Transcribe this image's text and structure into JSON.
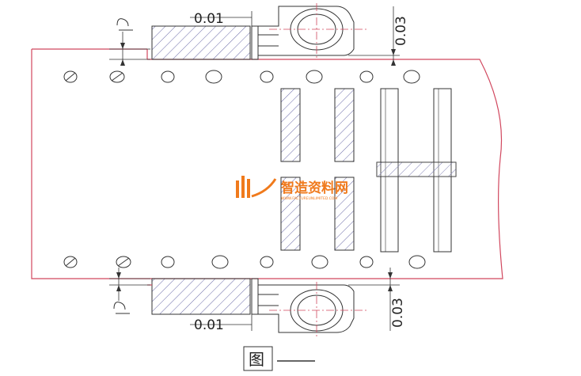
{
  "drawing": {
    "dims": {
      "top_left_gap": "0.01",
      "top_right_gap": "0.03",
      "bottom_left_gap": "0.01",
      "bottom_right_gap": "0.03"
    },
    "figure_caption": "图",
    "watermark": {
      "brand_cn": "智造资料网",
      "brand_en": "WWW.FACTUREUNLIMITED.COM"
    },
    "colors": {
      "strip_outline": "#d1475e",
      "hatch": "#6a6aa8",
      "line": "#333333",
      "center_line": "#d1475e",
      "watermark": "#f07a1c"
    }
  }
}
